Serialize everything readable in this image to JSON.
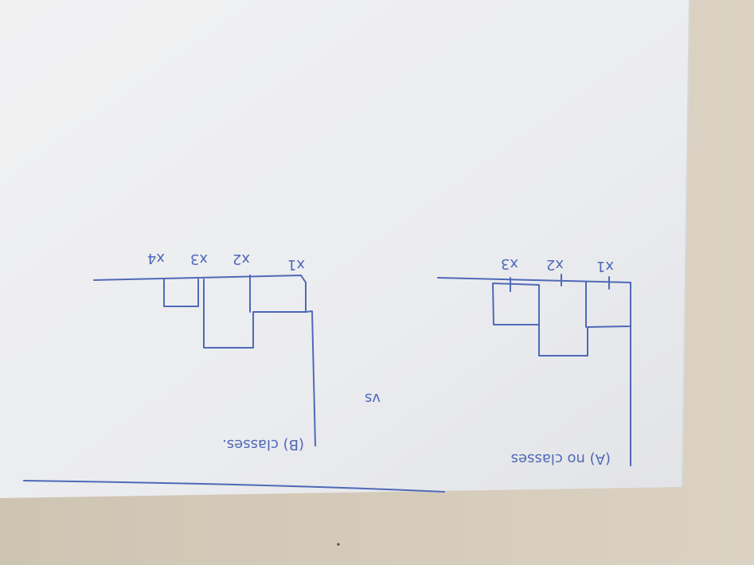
{
  "photo": {
    "subject": "hand-drawn sketch on paper",
    "colors": {
      "paper": "#eeeeef",
      "paper_shadow": "#dcdde0",
      "desk": "#d4cab9",
      "ink": "#4f69b8"
    }
  },
  "sketch": {
    "left_diagram": {
      "caption": "(B) classes.",
      "labels": [
        "x1",
        "x2",
        "x3",
        "x4"
      ]
    },
    "middle_label": "vs",
    "right_diagram": {
      "caption": "(A) no classes",
      "labels": [
        "x1",
        "x2",
        "x3"
      ]
    }
  }
}
